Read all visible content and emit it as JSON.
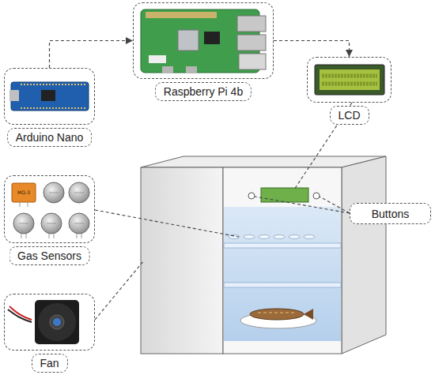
{
  "diagram": {
    "nodes": [
      {
        "text": [
          "Raspberry Pi 4b"
        ]
      },
      {
        "text": [
          "Arduino Nano"
        ]
      },
      {
        "text": [
          "LCD"
        ]
      },
      {
        "text": [
          "Gas Sensors"
        ]
      },
      {
        "text": [
          "Buttons"
        ]
      },
      {
        "text": [
          "Fan"
        ]
      }
    ],
    "edges": [
      {
        "from": 1,
        "to": 0,
        "arrow": "to"
      },
      {
        "from": 0,
        "to": 2,
        "arrow": "to"
      }
    ],
    "labels": [
      "MQ-3"
    ]
  }
}
